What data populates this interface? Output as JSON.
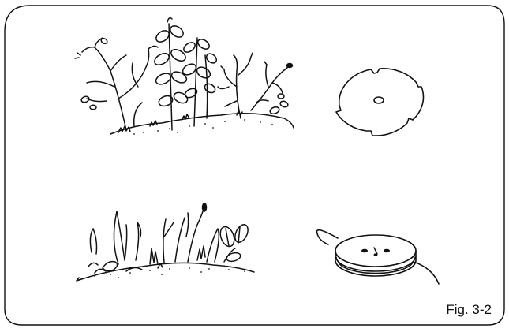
{
  "figure": {
    "caption": "Fig. 3-2",
    "panels": [
      {
        "id": "bushes-and-stalks",
        "icon": "bush-illustration-icon"
      },
      {
        "id": "metal-blade",
        "icon": "four-tooth-blade-icon"
      },
      {
        "id": "grass-and-weeds",
        "icon": "grass-illustration-icon"
      },
      {
        "id": "nylon-line-head",
        "icon": "trimmer-line-spool-icon"
      }
    ],
    "colors": {
      "ink": "#111111",
      "background": "#ffffff"
    }
  }
}
